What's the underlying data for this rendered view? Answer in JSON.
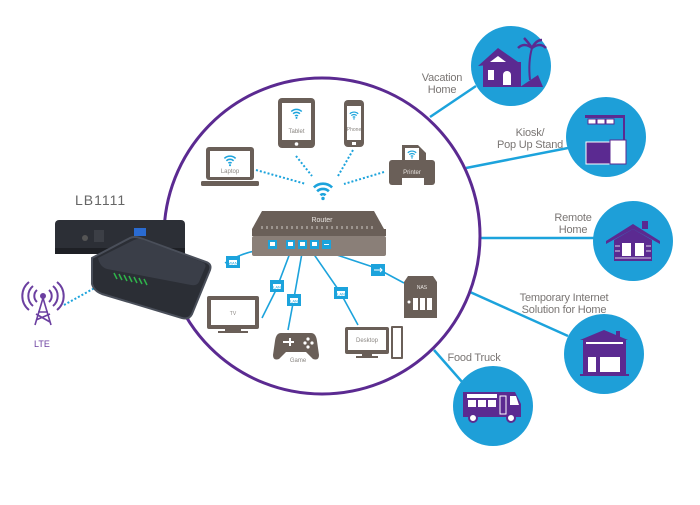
{
  "diagram": {
    "model": "LB1111",
    "lte_label": "LTE",
    "hub_label": "Router",
    "colors": {
      "circle_stroke": "#5b2a91",
      "connector": "#1ca3dc",
      "use_case_fill": "#1e9fd8",
      "use_case_icon": "#5b2a91",
      "device_gray": "#6a5f58"
    },
    "wireless_devices": [
      {
        "id": "laptop",
        "label": "Laptop"
      },
      {
        "id": "tablet",
        "label": "Tablet"
      },
      {
        "id": "phone",
        "label": "Phone"
      },
      {
        "id": "printer",
        "label": "Printer"
      }
    ],
    "wired_devices": [
      {
        "id": "tv",
        "label": "TV",
        "port": "LAN"
      },
      {
        "id": "game",
        "label": "Game",
        "port": "LAN"
      },
      {
        "id": "desktop",
        "label": "Desktop",
        "port": "LAN"
      },
      {
        "id": "nas",
        "label": "NAS",
        "port": "USB"
      }
    ],
    "wan_tag": "WAN",
    "lan_tag": "LAN",
    "use_cases": [
      {
        "id": "vacation-home",
        "label_line1": "Vacation",
        "label_line2": "Home"
      },
      {
        "id": "kiosk",
        "label_line1": "Kiosk/",
        "label_line2": "Pop Up Stand"
      },
      {
        "id": "remote-home",
        "label_line1": "Remote",
        "label_line2": "Home"
      },
      {
        "id": "temporary-internet",
        "label_line1": "Temporary Internet",
        "label_line2": "Solution for Home"
      },
      {
        "id": "food-truck",
        "label_line1": "Food Truck",
        "label_line2": ""
      }
    ]
  }
}
